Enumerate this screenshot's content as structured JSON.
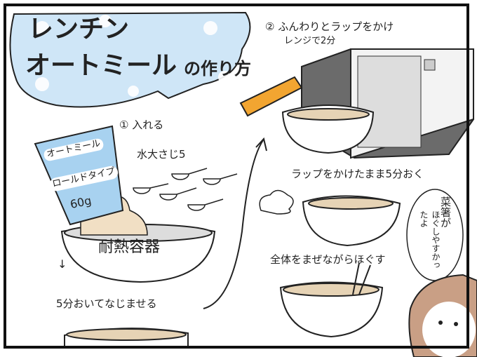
{
  "title": {
    "line1": "レンチン",
    "line2": "オートミール",
    "line3": "の作り方"
  },
  "step1": {
    "number": "①",
    "label": "入れる",
    "water": "水大さじ5"
  },
  "package": {
    "brand": "オートミール",
    "type": "ロールドタイプ",
    "amount": "60g"
  },
  "bowl_label": "耐熱容器",
  "arrow_down": "↓",
  "step1b": "5分おいてなじませる",
  "step2": {
    "number": "②",
    "line1": "ふんわりとラップをかけ",
    "line2": "レンジで2分"
  },
  "step3": "ラップをかけたまま5分おく",
  "step4": "全体をまぜながらほぐす",
  "speech": {
    "line1": "菜箸が",
    "line2": "ほぐしやすかったよ"
  },
  "colors": {
    "bubble": "#cfe6f7",
    "package": "#a8d2f0",
    "oat": "#f1dfc4",
    "microwave": "#6b6b6b",
    "wrap_box": "#f2a531",
    "hair": "#c99f85"
  }
}
